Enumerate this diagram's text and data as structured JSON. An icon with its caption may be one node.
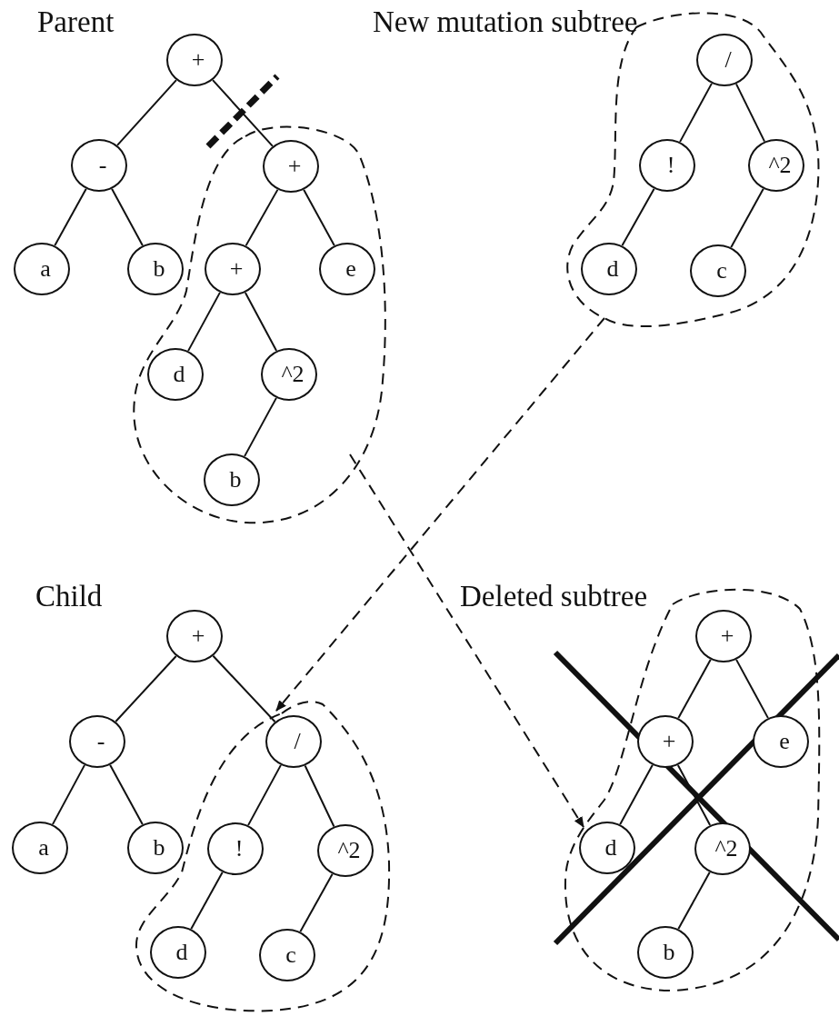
{
  "diagram": {
    "nodes": [
      {
        "text": [
          "+"
        ]
      },
      {
        "text": [
          "-"
        ]
      },
      {
        "text": [
          "a"
        ]
      },
      {
        "text": [
          "b"
        ]
      },
      {
        "text": [],
        "shape": "blob"
      },
      {
        "text": [
          "+"
        ],
        "in": 4
      },
      {
        "text": [
          "+"
        ],
        "in": 4
      },
      {
        "text": [
          "e"
        ],
        "in": 4
      },
      {
        "text": [
          "d"
        ],
        "in": 4
      },
      {
        "text": [
          "^2"
        ],
        "in": 4
      },
      {
        "text": [
          "b"
        ],
        "in": 4
      },
      {
        "text": [],
        "shape": "blob"
      },
      {
        "text": [
          "/"
        ],
        "in": 11
      },
      {
        "text": [
          "!"
        ],
        "in": 11
      },
      {
        "text": [
          "^2"
        ],
        "in": 11
      },
      {
        "text": [
          "d"
        ],
        "in": 11
      },
      {
        "text": [
          "c"
        ],
        "in": 11
      },
      {
        "text": [
          "+"
        ]
      },
      {
        "text": [
          "-"
        ]
      },
      {
        "text": [
          "a"
        ]
      },
      {
        "text": [
          "b"
        ]
      },
      {
        "text": [],
        "shape": "blob"
      },
      {
        "text": [
          "/"
        ],
        "in": 21
      },
      {
        "text": [
          "!"
        ],
        "in": 21
      },
      {
        "text": [
          "^2"
        ],
        "in": 21
      },
      {
        "text": [
          "d"
        ],
        "in": 21
      },
      {
        "text": [
          "c"
        ],
        "in": 21
      },
      {
        "text": [],
        "shape": "blob"
      },
      {
        "text": [
          "+"
        ],
        "in": 27
      },
      {
        "text": [
          "+"
        ],
        "in": 27
      },
      {
        "text": [
          "e"
        ],
        "in": 27
      },
      {
        "text": [
          "d"
        ],
        "in": 27
      },
      {
        "text": [
          "^2"
        ],
        "in": 27
      },
      {
        "text": [
          "b"
        ],
        "in": 27
      }
    ],
    "edges": [
      {
        "from": 0,
        "to": 1,
        "arrow": "none"
      },
      {
        "from": 0,
        "to": 5,
        "arrow": "none"
      },
      {
        "from": 1,
        "to": 2,
        "arrow": "none"
      },
      {
        "from": 1,
        "to": 3,
        "arrow": "none"
      },
      {
        "from": 5,
        "to": 6,
        "arrow": "none"
      },
      {
        "from": 5,
        "to": 7,
        "arrow": "none"
      },
      {
        "from": 6,
        "to": 8,
        "arrow": "none"
      },
      {
        "from": 6,
        "to": 9,
        "arrow": "none"
      },
      {
        "from": 9,
        "to": 10,
        "arrow": "none"
      },
      {
        "from": 12,
        "to": 13,
        "arrow": "none"
      },
      {
        "from": 12,
        "to": 14,
        "arrow": "none"
      },
      {
        "from": 13,
        "to": 15,
        "arrow": "none"
      },
      {
        "from": 14,
        "to": 16,
        "arrow": "none"
      },
      {
        "from": 17,
        "to": 18,
        "arrow": "none"
      },
      {
        "from": 17,
        "to": 22,
        "arrow": "none"
      },
      {
        "from": 18,
        "to": 19,
        "arrow": "none"
      },
      {
        "from": 18,
        "to": 20,
        "arrow": "none"
      },
      {
        "from": 22,
        "to": 23,
        "arrow": "none"
      },
      {
        "from": 22,
        "to": 24,
        "arrow": "none"
      },
      {
        "from": 23,
        "to": 25,
        "arrow": "none"
      },
      {
        "from": 24,
        "to": 26,
        "arrow": "none"
      },
      {
        "from": 28,
        "to": 29,
        "arrow": "none"
      },
      {
        "from": 28,
        "to": 30,
        "arrow": "none"
      },
      {
        "from": 29,
        "to": 31,
        "arrow": "none"
      },
      {
        "from": 29,
        "to": 32,
        "arrow": "none"
      },
      {
        "from": 32,
        "to": 33,
        "arrow": "none"
      },
      {
        "from": 11,
        "to": 21,
        "arrow": "to",
        "style": "dashed"
      },
      {
        "from": 4,
        "to": 27,
        "arrow": "to",
        "style": "dashed"
      }
    ],
    "labels": [
      "Parent",
      "New mutation subtree",
      "Child",
      "Deleted subtree"
    ]
  }
}
